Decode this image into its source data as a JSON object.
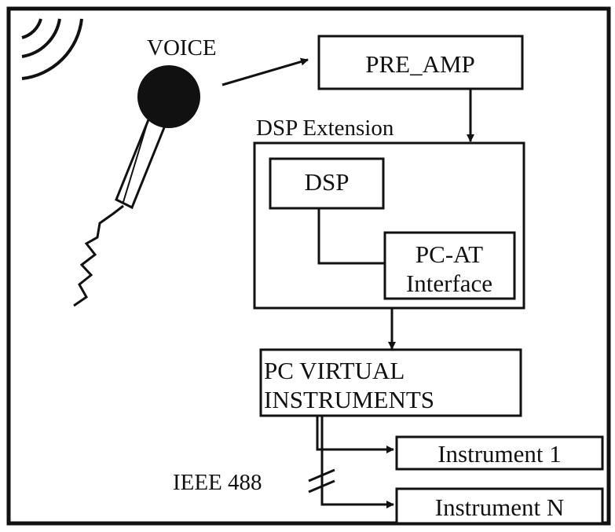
{
  "labels": {
    "voice": "VOICE",
    "pre_amp": "PRE_AMP",
    "dsp_extension": "DSP Extension",
    "dsp": "DSP",
    "pc_at_line1": "PC-AT",
    "pc_at_line2": "Interface",
    "pc_vi_line1": "PC VIRTUAL",
    "pc_vi_line2": "INSTRUMENTS",
    "instrument_1": "Instrument 1",
    "instrument_n": "Instrument N",
    "bus": "IEEE 488"
  },
  "colors": {
    "ink": "#111111",
    "background": "#ffffff"
  }
}
